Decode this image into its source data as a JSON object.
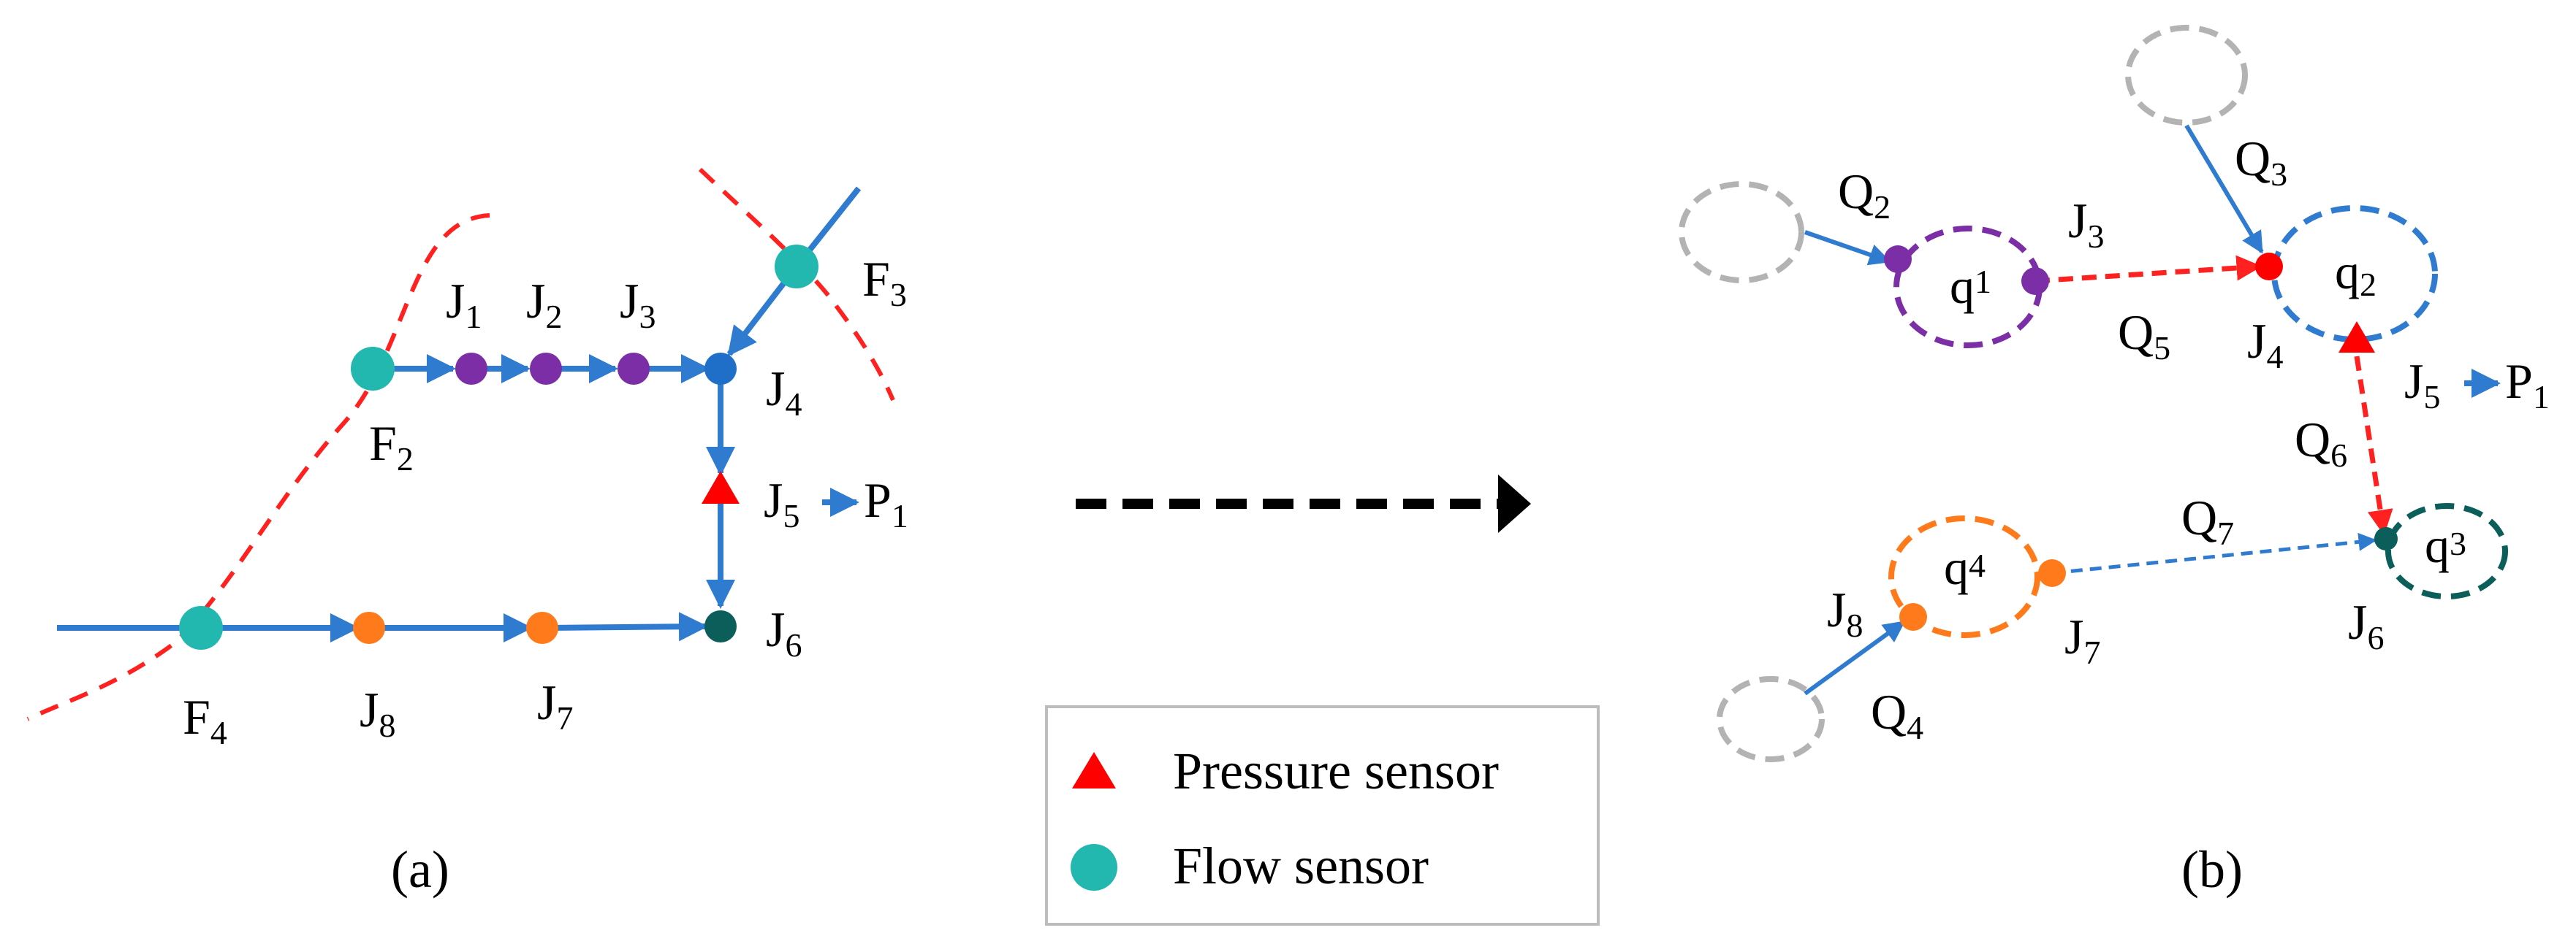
{
  "colors": {
    "pipe": "#2f7bd0",
    "boundary": "#ff2020",
    "flow_sensor": "#22b8b0",
    "pressure_sensor": "#ff0000",
    "purple": "#7b2ea6",
    "orange": "#ff7a1a",
    "dark_teal": "#0b5e5a",
    "blue_node": "#1f6fc8",
    "gray": "#b3b3b3",
    "legend_border": "#bdbdbd",
    "big_arrow": "#000000"
  },
  "panel_a": {
    "caption": "(a)",
    "flow_sensors": [
      {
        "name": "F",
        "sub": "2"
      },
      {
        "name": "F",
        "sub": "3"
      },
      {
        "name": "F",
        "sub": "4"
      }
    ],
    "junctions": [
      {
        "name": "J",
        "sub": "1"
      },
      {
        "name": "J",
        "sub": "2"
      },
      {
        "name": "J",
        "sub": "3"
      },
      {
        "name": "J",
        "sub": "4"
      },
      {
        "name": "J",
        "sub": "5"
      },
      {
        "name": "J",
        "sub": "6"
      },
      {
        "name": "J",
        "sub": "7"
      },
      {
        "name": "J",
        "sub": "8"
      }
    ],
    "p_label": {
      "name": "P",
      "sub": "1"
    }
  },
  "panel_b": {
    "caption": "(b)",
    "regions": [
      {
        "name": "q",
        "sub": "1"
      },
      {
        "name": "q",
        "sub": "2"
      },
      {
        "name": "q",
        "sub": "3"
      },
      {
        "name": "q",
        "sub": "4"
      }
    ],
    "flows": [
      {
        "name": "Q",
        "sub": "2"
      },
      {
        "name": "Q",
        "sub": "3"
      },
      {
        "name": "Q",
        "sub": "4"
      },
      {
        "name": "Q",
        "sub": "5"
      },
      {
        "name": "Q",
        "sub": "6"
      },
      {
        "name": "Q",
        "sub": "7"
      }
    ],
    "junctions": [
      {
        "name": "J",
        "sub": "3"
      },
      {
        "name": "J",
        "sub": "4"
      },
      {
        "name": "J",
        "sub": "5"
      },
      {
        "name": "J",
        "sub": "6"
      },
      {
        "name": "J",
        "sub": "7"
      },
      {
        "name": "J",
        "sub": "8"
      }
    ],
    "p_label": {
      "name": "P",
      "sub": "1"
    }
  },
  "legend": {
    "pressure": "Pressure sensor",
    "flow": "Flow sensor"
  }
}
